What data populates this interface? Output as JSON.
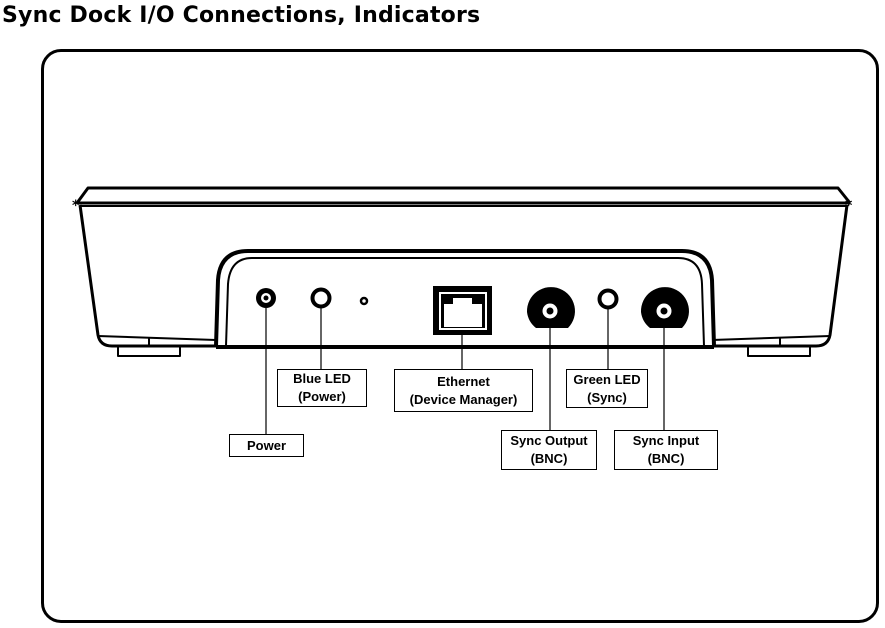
{
  "title": "Sync Dock I/O Connections, Indicators",
  "callouts": [
    {
      "id": "power",
      "icon": "power-jack-icon",
      "lines": [
        "Power"
      ]
    },
    {
      "id": "blue-led",
      "icon": "led-indicator-icon",
      "lines": [
        "Blue LED",
        "(Power)"
      ]
    },
    {
      "id": "ethernet",
      "icon": "ethernet-port-icon",
      "lines": [
        "Ethernet",
        "(Device Manager)"
      ]
    },
    {
      "id": "sync-output",
      "icon": "bnc-connector-icon",
      "lines": [
        "Sync Output",
        "(BNC)"
      ]
    },
    {
      "id": "green-led",
      "icon": "led-indicator-icon",
      "lines": [
        "Green LED",
        "(Sync)"
      ]
    },
    {
      "id": "sync-input",
      "icon": "bnc-connector-icon",
      "lines": [
        "Sync Input",
        "(BNC)"
      ]
    }
  ],
  "colors": {
    "stroke": "#000000",
    "background": "#ffffff"
  }
}
